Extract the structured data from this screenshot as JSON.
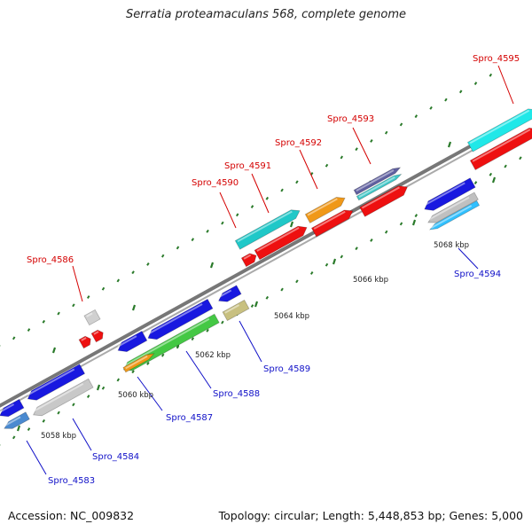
{
  "title": "Serratia proteamaculans 568, complete genome",
  "accession": "Accession: NC_009832",
  "summary": "Topology: circular; Length: 5,448,853 bp; Genes: 5,000",
  "colors": {
    "label_top": "#d40000",
    "label_bottom": "#1010c8",
    "backbone": "#888888",
    "tick": "#2a7a2a"
  },
  "ticks": [
    {
      "label": "5058 kbp"
    },
    {
      "label": "5060 kbp"
    },
    {
      "label": "5062 kbp"
    },
    {
      "label": "5064 kbp"
    },
    {
      "label": "5066 kbp"
    },
    {
      "label": "5068 kbp"
    }
  ],
  "genes": [
    {
      "name": "Spro_4583",
      "strand": "bottom"
    },
    {
      "name": "Spro_4584",
      "strand": "bottom"
    },
    {
      "name": "Spro_4586",
      "strand": "top"
    },
    {
      "name": "Spro_4587",
      "strand": "bottom"
    },
    {
      "name": "Spro_4588",
      "strand": "bottom"
    },
    {
      "name": "Spro_4589",
      "strand": "bottom"
    },
    {
      "name": "Spro_4590",
      "strand": "top"
    },
    {
      "name": "Spro_4591",
      "strand": "top"
    },
    {
      "name": "Spro_4592",
      "strand": "top"
    },
    {
      "name": "Spro_4593",
      "strand": "top"
    },
    {
      "name": "Spro_4594",
      "strand": "bottom"
    },
    {
      "name": "Spro_4595",
      "strand": "top"
    }
  ]
}
